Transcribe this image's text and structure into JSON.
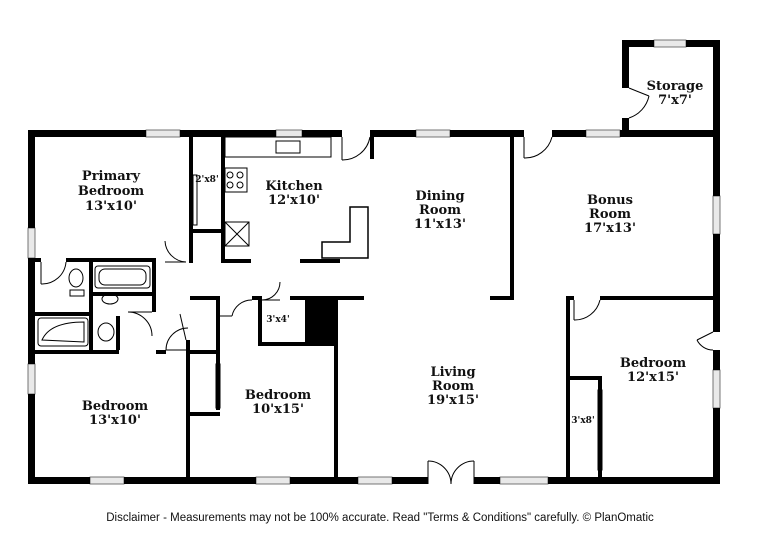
{
  "rooms": {
    "storage": {
      "name": "Storage",
      "dims": "7'x7'"
    },
    "primary_bedroom": {
      "name_line1": "Primary",
      "name_line2": "Bedroom",
      "dims": "13'x10'"
    },
    "kitchen": {
      "name": "Kitchen",
      "dims": "12'x10'"
    },
    "dining_room": {
      "name_line1": "Dining",
      "name_line2": "Room",
      "dims": "11'x13'"
    },
    "bonus_room": {
      "name_line1": "Bonus",
      "name_line2": "Room",
      "dims": "17'x13'"
    },
    "bedroom_left": {
      "name": "Bedroom",
      "dims": "13'x10'"
    },
    "bedroom_middle": {
      "name": "Bedroom",
      "dims": "10'x15'"
    },
    "living_room": {
      "name_line1": "Living",
      "name_line2": "Room",
      "dims": "19'x15'"
    },
    "bedroom_right": {
      "name": "Bedroom",
      "dims": "12'x15'"
    }
  },
  "closets": {
    "kitchen_closet": "2'x8'",
    "hall_closet": "3'x4'",
    "bedroom_closet": "3'x8'"
  },
  "disclaimer": "Disclaimer - Measurements may not be 100% accurate. Read \"Terms & Conditions\" carefully. © PlanOmatic"
}
